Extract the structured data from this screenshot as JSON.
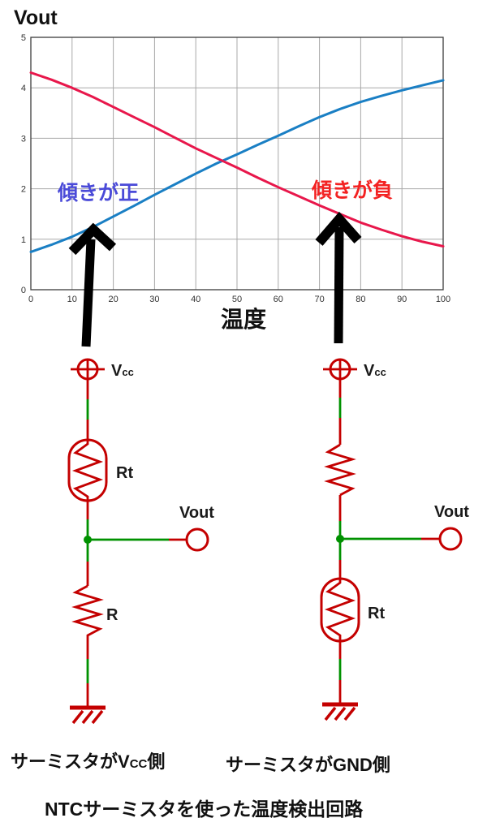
{
  "chart_data": {
    "type": "line",
    "title": "Vout",
    "xlabel": "温度",
    "ylabel": "Vout",
    "xlim": [
      0,
      100
    ],
    "ylim": [
      0,
      5
    ],
    "x_ticks": [
      0,
      10,
      20,
      30,
      40,
      50,
      60,
      70,
      80,
      90,
      100
    ],
    "y_ticks": [
      0,
      1,
      2,
      3,
      4,
      5
    ],
    "grid": true,
    "legend": "none",
    "x": [
      0,
      5,
      10,
      15,
      20,
      25,
      30,
      35,
      40,
      45,
      50,
      55,
      60,
      65,
      70,
      75,
      80,
      85,
      90,
      95,
      100
    ],
    "series": [
      {
        "name": "サーミスタがVcc側（傾きが正）",
        "color": "#1a7fc4",
        "values": [
          0.75,
          0.89,
          1.05,
          1.24,
          1.45,
          1.66,
          1.88,
          2.09,
          2.3,
          2.5,
          2.68,
          2.87,
          3.05,
          3.24,
          3.42,
          3.58,
          3.72,
          3.84,
          3.95,
          4.05,
          4.15
        ]
      },
      {
        "name": "サーミスタがGND側（傾きが負）",
        "color": "#e8174b",
        "values": [
          4.3,
          4.16,
          4.0,
          3.82,
          3.62,
          3.42,
          3.22,
          3.01,
          2.8,
          2.61,
          2.42,
          2.22,
          2.03,
          1.85,
          1.67,
          1.5,
          1.33,
          1.19,
          1.06,
          0.95,
          0.86
        ]
      }
    ],
    "annotations": [
      {
        "text": "傾きが正",
        "color": "#4a4ad8"
      },
      {
        "text": "傾きが負",
        "color": "#f32222"
      }
    ]
  },
  "circuits": {
    "left": {
      "vcc_main": "V",
      "vcc_sub": "cc",
      "thermistor_label": "Rt",
      "resistor_label": "R",
      "vout_label": "Vout",
      "caption_pre": "サーミスタが",
      "caption_v": "V",
      "caption_sub": "CC",
      "caption_post": "側"
    },
    "right": {
      "vcc_main": "V",
      "vcc_sub": "cc",
      "thermistor_label": "Rt",
      "vout_label": "Vout",
      "caption": "サーミスタがGND側"
    }
  },
  "footer": {
    "title": "NTCサーミスタを使った温度検出回路"
  },
  "colors": {
    "wire_red": "#c40000",
    "wire_green": "#009100",
    "curve_blue": "#1a7fc4",
    "curve_red": "#e8174b",
    "annotation_blue": "#4a4ad8",
    "annotation_red": "#f32222",
    "arrow_black": "#000000"
  }
}
